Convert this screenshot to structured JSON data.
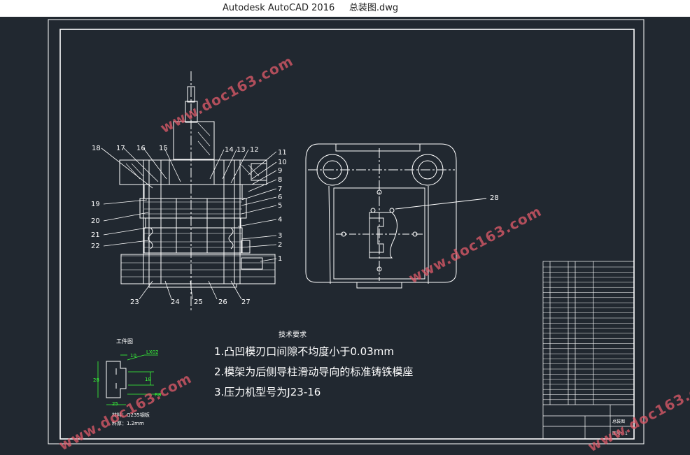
{
  "window": {
    "title": "Autodesk AutoCAD 2016     总装图.dwg"
  },
  "drawing": {
    "part_labels_left": [
      "18",
      "17",
      "16",
      "15",
      "14",
      "13",
      "12",
      "11",
      "10",
      "9",
      "8",
      "7",
      "6",
      "5",
      "4",
      "3",
      "2",
      "1",
      "19",
      "20",
      "21",
      "22",
      "23",
      "24",
      "25",
      "26",
      "27"
    ],
    "part_label_28": "28",
    "tech_title": "技术要求",
    "notes": [
      "1.凸凹模刃口间隙不均度小于0.03mm",
      "2.模架为后侧导柱滑动导向的标准铸铁模座",
      "3.压力机型号为J23-16"
    ],
    "workpiece_title": "工件图",
    "workpiece_material": "材料：Q235钢板",
    "workpiece_thickness": "料厚：1.2mm",
    "dim_10": "10",
    "dim_6x02": "LX02",
    "dim_28": "28",
    "dim_25": "25",
    "dim_18": "18",
    "dim_r8": "R8",
    "title_block_name": "总装图",
    "sheet_no": "图号：1"
  },
  "watermark": {
    "text": "www.doc163.com",
    "color": "#e25b6a"
  },
  "colors": {
    "background": "#212830",
    "lines": "#ffffff",
    "dim": "#39ff39",
    "red": "#e25b6a"
  }
}
